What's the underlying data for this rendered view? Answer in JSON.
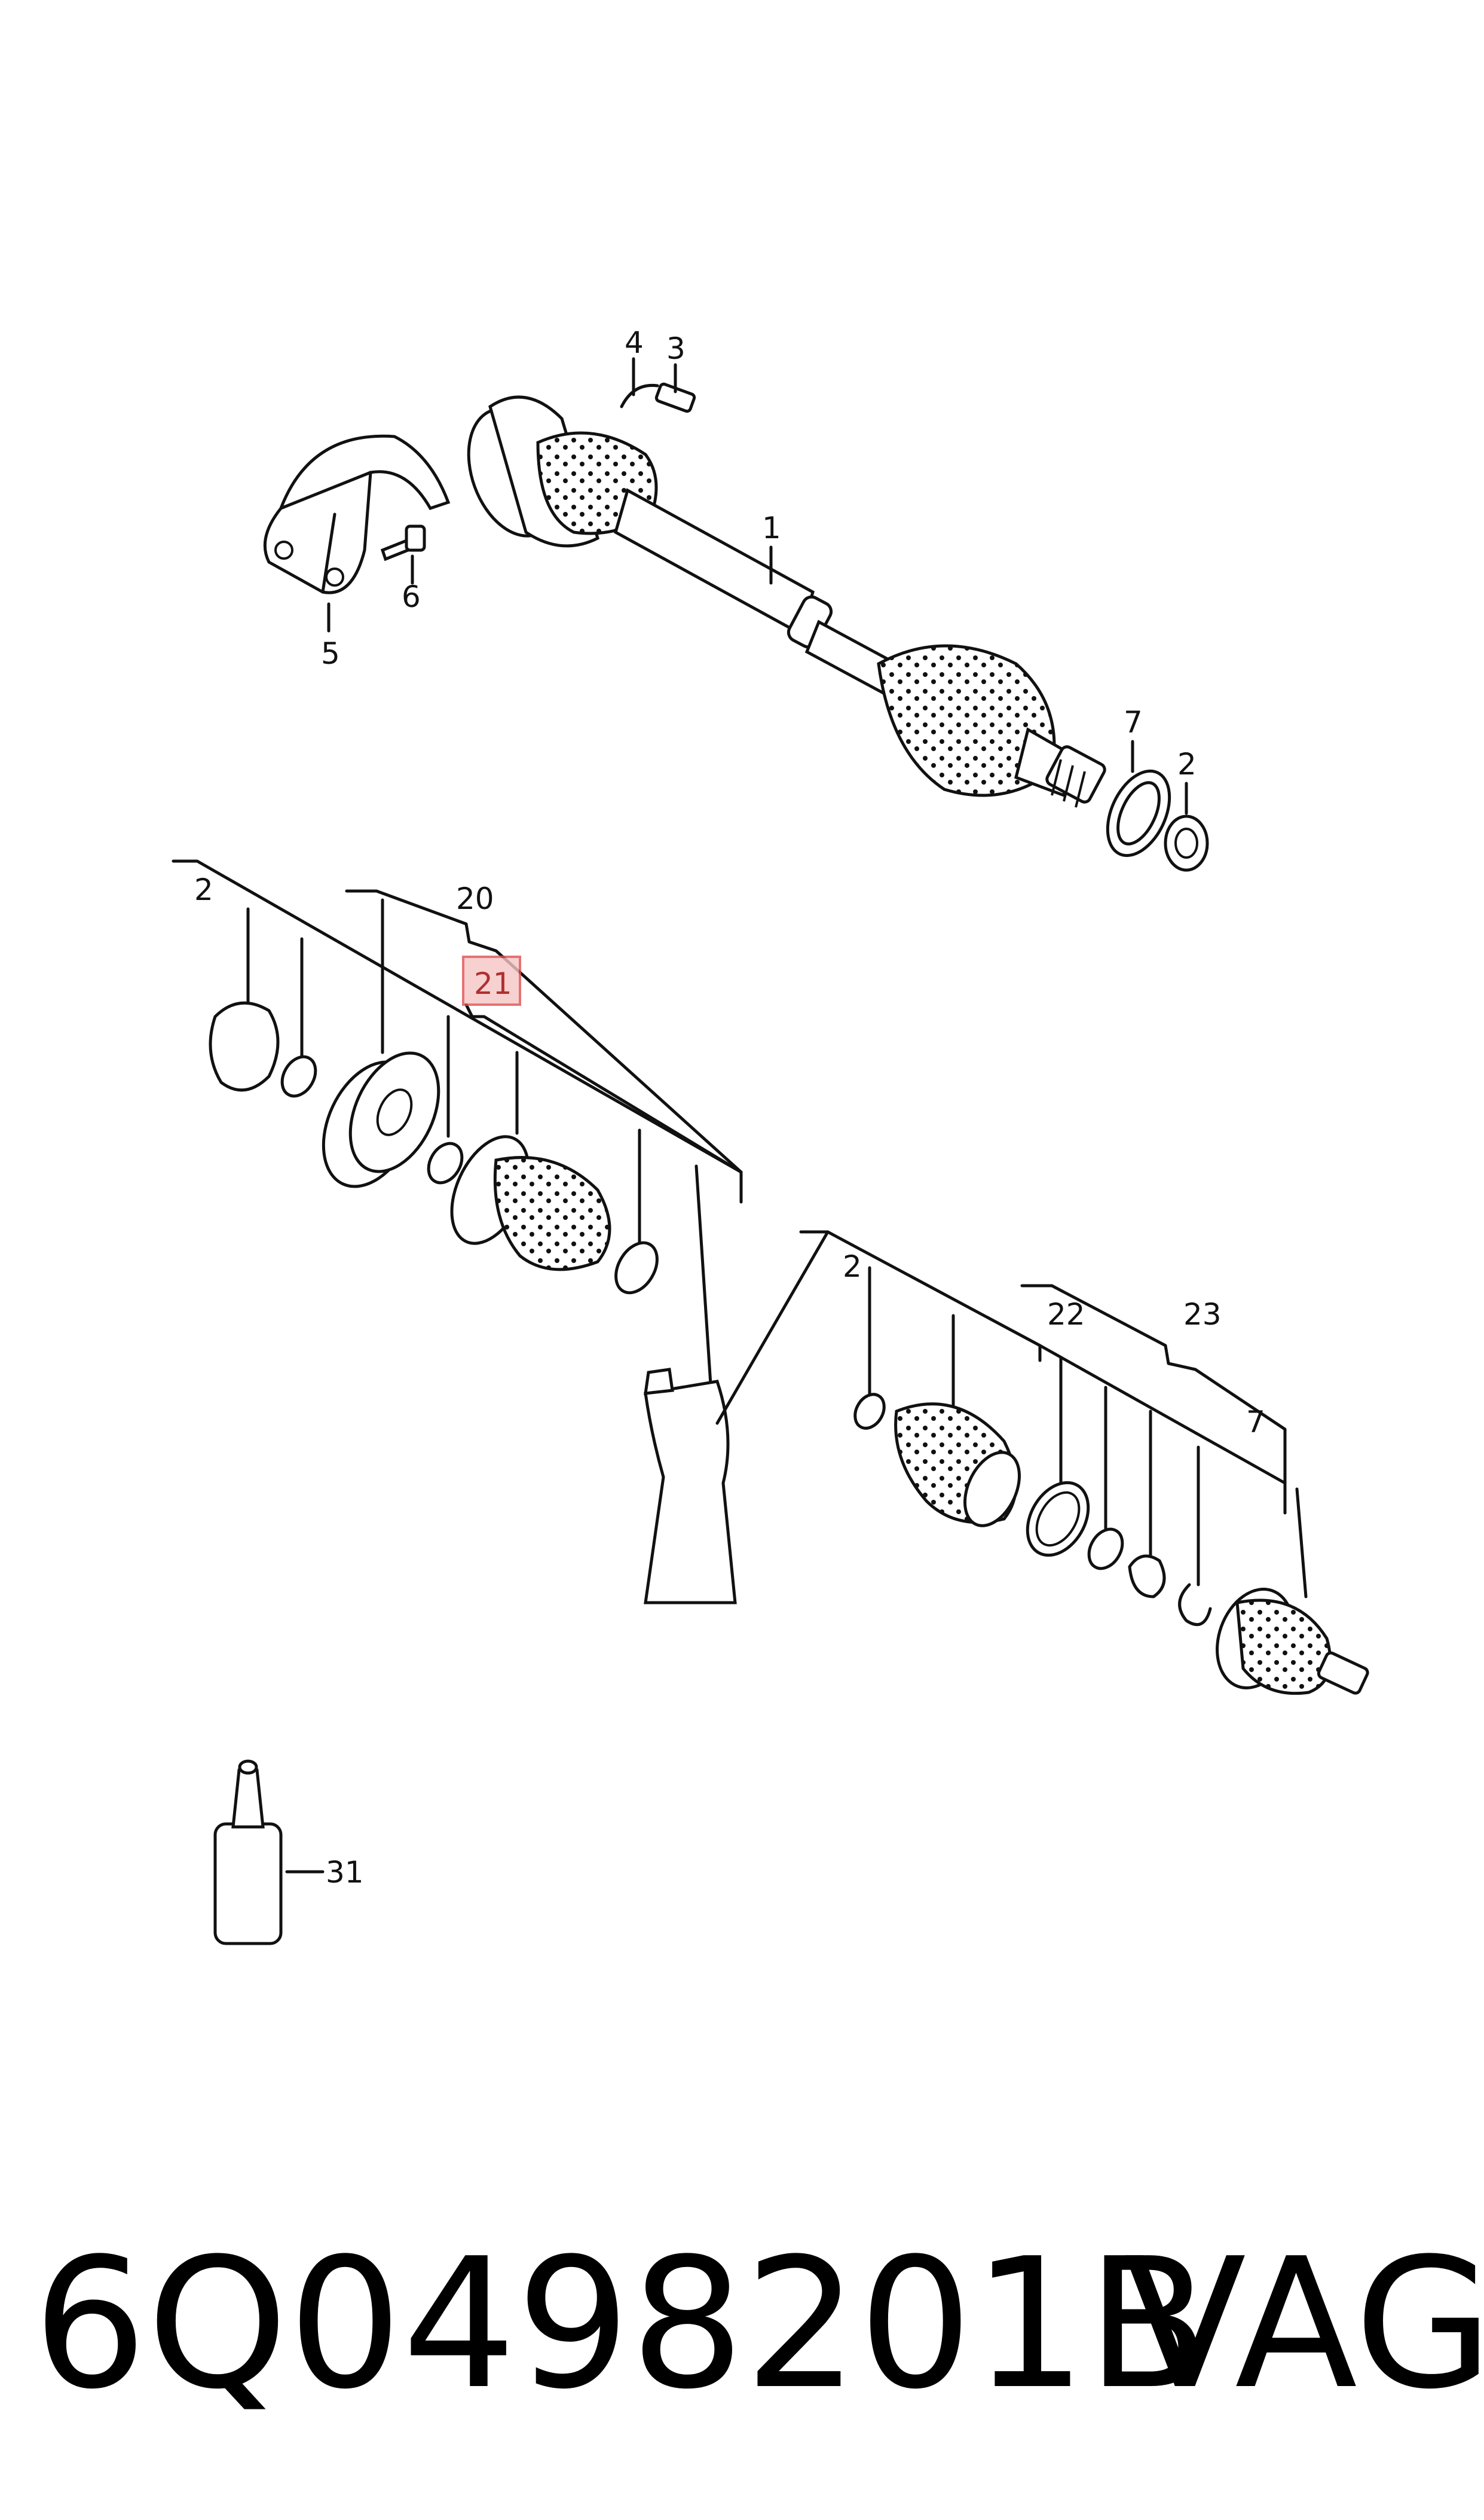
{
  "labels": {
    "l1": "1",
    "l2a": "2",
    "l3": "3",
    "l4": "4",
    "l5": "5",
    "l6": "6",
    "l7a": "7",
    "l2b": "2",
    "l20": "20",
    "l21": "21",
    "l2c": "2",
    "l22": "22",
    "l23": "23",
    "l7b": "7",
    "l31": "31"
  },
  "highlight": {
    "label": "21",
    "color": "#e05050"
  },
  "footer": {
    "part_number": "6Q0498201B",
    "brand": "VAG"
  }
}
